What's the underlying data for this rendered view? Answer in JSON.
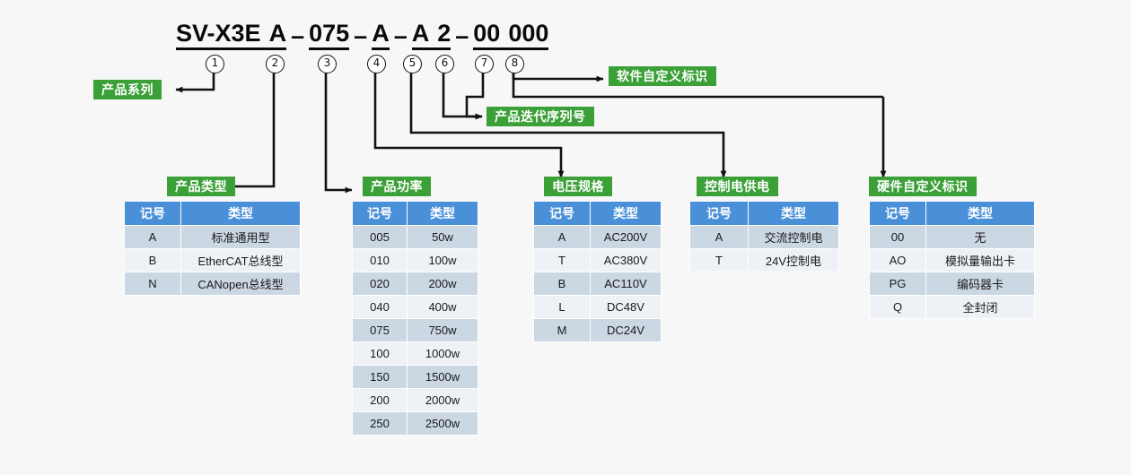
{
  "diagram": {
    "background_color": "#f7f7f7",
    "accent_green": "#3ba037",
    "header_blue": "#4a90d9",
    "row_dark": "#ccd7e4",
    "row_light": "#eef2f7"
  },
  "model_code": {
    "segments": [
      {
        "text": "SV-X3E",
        "underline": true
      },
      {
        "text": "A",
        "underline": true,
        "gap": true
      },
      {
        "text": "–",
        "underline": false
      },
      {
        "text": "075",
        "underline": true
      },
      {
        "text": "–",
        "underline": false
      },
      {
        "text": "A",
        "underline": true
      },
      {
        "text": "–",
        "underline": false
      },
      {
        "text": "A",
        "underline": true
      },
      {
        "text": "2",
        "underline": true,
        "gap": true
      },
      {
        "text": "–",
        "underline": false
      },
      {
        "text": "00",
        "underline": true
      },
      {
        "text": "000",
        "underline": true,
        "gap": true
      }
    ],
    "full_text": "SV-X3E A – 075 – A – A 2 – 00 000"
  },
  "markers": [
    {
      "id": "1",
      "glyph": "①"
    },
    {
      "id": "2",
      "glyph": "②"
    },
    {
      "id": "3",
      "glyph": "③"
    },
    {
      "id": "4",
      "glyph": "④"
    },
    {
      "id": "5",
      "glyph": "⑤"
    },
    {
      "id": "6",
      "glyph": "⑥"
    },
    {
      "id": "7",
      "glyph": "⑦"
    },
    {
      "id": "8",
      "glyph": "⑧"
    }
  ],
  "labels": {
    "product_series": "产品系列",
    "product_type": "产品类型",
    "product_power": "产品功率",
    "voltage_spec": "电压规格",
    "control_power": "控制电供电",
    "hardware_id": "硬件自定义标识",
    "software_id": "软件自定义标识",
    "iteration_serial": "产品迭代序列号"
  },
  "columns": {
    "code": "记号",
    "type": "类型"
  },
  "tables": {
    "product_type": {
      "rows": [
        {
          "code": "A",
          "type": "标准通用型"
        },
        {
          "code": "B",
          "type": "EtherCAT总线型"
        },
        {
          "code": "N",
          "type": "CANopen总线型"
        }
      ]
    },
    "product_power": {
      "rows": [
        {
          "code": "005",
          "type": "50w"
        },
        {
          "code": "010",
          "type": "100w"
        },
        {
          "code": "020",
          "type": "200w"
        },
        {
          "code": "040",
          "type": "400w"
        },
        {
          "code": "075",
          "type": "750w"
        },
        {
          "code": "100",
          "type": "1000w"
        },
        {
          "code": "150",
          "type": "1500w"
        },
        {
          "code": "200",
          "type": "2000w"
        },
        {
          "code": "250",
          "type": "2500w"
        }
      ]
    },
    "voltage_spec": {
      "rows": [
        {
          "code": "A",
          "type": "AC200V"
        },
        {
          "code": "T",
          "type": "AC380V"
        },
        {
          "code": "B",
          "type": "AC110V"
        },
        {
          "code": "L",
          "type": "DC48V"
        },
        {
          "code": "M",
          "type": "DC24V"
        }
      ]
    },
    "control_power": {
      "rows": [
        {
          "code": "A",
          "type": "交流控制电"
        },
        {
          "code": "T",
          "type": "24V控制电"
        }
      ]
    },
    "hardware_id": {
      "rows": [
        {
          "code": "00",
          "type": "无"
        },
        {
          "code": "AO",
          "type": "模拟量输出卡"
        },
        {
          "code": "PG",
          "type": "编码器卡"
        },
        {
          "code": "Q",
          "type": "全封闭"
        }
      ]
    }
  }
}
